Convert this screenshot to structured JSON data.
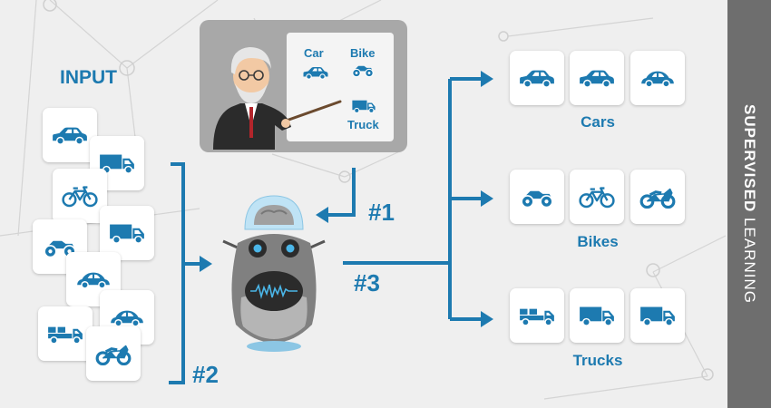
{
  "input_label": "INPUT",
  "board": {
    "car_label": "Car",
    "bike_label": "Bike",
    "truck_label": "Truck"
  },
  "steps": {
    "step1": "#1",
    "step2": "#2",
    "step3": "#3"
  },
  "outputs": {
    "cars_label": "Cars",
    "bikes_label": "Bikes",
    "trucks_label": "Trucks"
  },
  "sidebar": {
    "bold": "SUPERVISED",
    "light": "LEARNING"
  },
  "colors": {
    "accent": "#1d7ab0",
    "sidebar": "#6e6e6e",
    "background": "#efefef"
  }
}
